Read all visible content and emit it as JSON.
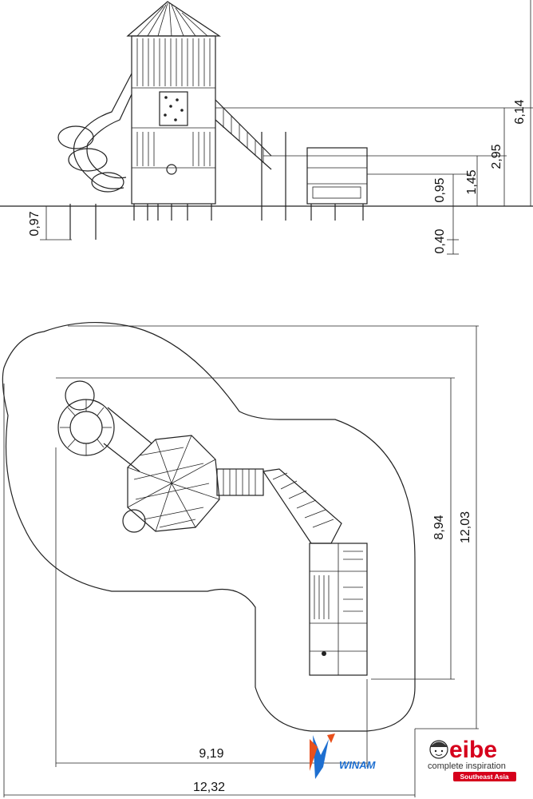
{
  "elevation": {
    "dimensions": {
      "total_height": "6,14",
      "platform_height": "2,95",
      "roof_height": "1,45",
      "cabin_height": "0,95",
      "left_foundation": "0,97",
      "right_foundation": "0,40"
    }
  },
  "plan": {
    "dimensions": {
      "width_inner": "9,19",
      "width_outer": "12,32",
      "depth_inner": "8,94",
      "depth_outer": "12,03"
    }
  },
  "logos": {
    "winam": {
      "text": "WINAM",
      "colors": [
        "#1e6fd0",
        "#e8501c"
      ]
    },
    "eibe": {
      "name": "eibe",
      "tagline": "complete inspiration",
      "region": "Southeast Asia",
      "color": "#d6001c"
    }
  }
}
